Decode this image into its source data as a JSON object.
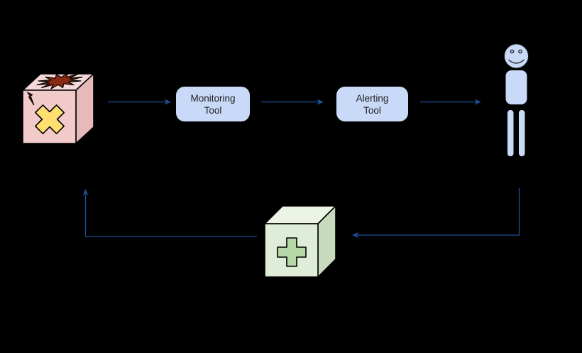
{
  "diagram": {
    "background_color": "#000000",
    "connector_color": "#1c4f97",
    "nodes": {
      "broken_system": {
        "kind": "cube-3d",
        "front_color": "#f3caca",
        "top_color": "#f7d8d8",
        "side_color": "#e6baba",
        "explosion_color": "#8a2a12",
        "bolt_color": "#7e2010",
        "x_color": "#fedf6f"
      },
      "monitoring_tool": {
        "kind": "rounded-box",
        "label_lines": [
          "Monitoring",
          "Tool"
        ],
        "fill_color": "#c9daf8",
        "text_color": "#1d1d1d"
      },
      "alerting_tool": {
        "kind": "rounded-box",
        "label_lines": [
          "Alerting",
          "Tool"
        ],
        "fill_color": "#c9daf8",
        "text_color": "#1d1d1d"
      },
      "person": {
        "kind": "stick-figure",
        "fill_color": "#c9daf8",
        "face_color": "#262626"
      },
      "fix_box": {
        "kind": "cube-3d",
        "front_color": "#dfecd7",
        "top_color": "#ebf4e5",
        "side_color": "#c7dabe",
        "plus_color": "#b6d7a8"
      }
    },
    "edges": [
      {
        "from": "broken_system",
        "to": "monitoring_tool",
        "style": "straight-right"
      },
      {
        "from": "monitoring_tool",
        "to": "alerting_tool",
        "style": "straight-right"
      },
      {
        "from": "alerting_tool",
        "to": "person",
        "style": "straight-right"
      },
      {
        "from": "person",
        "to": "fix_box",
        "style": "elbow-down-left"
      },
      {
        "from": "fix_box",
        "to": "broken_system",
        "style": "elbow-left-up"
      }
    ]
  }
}
